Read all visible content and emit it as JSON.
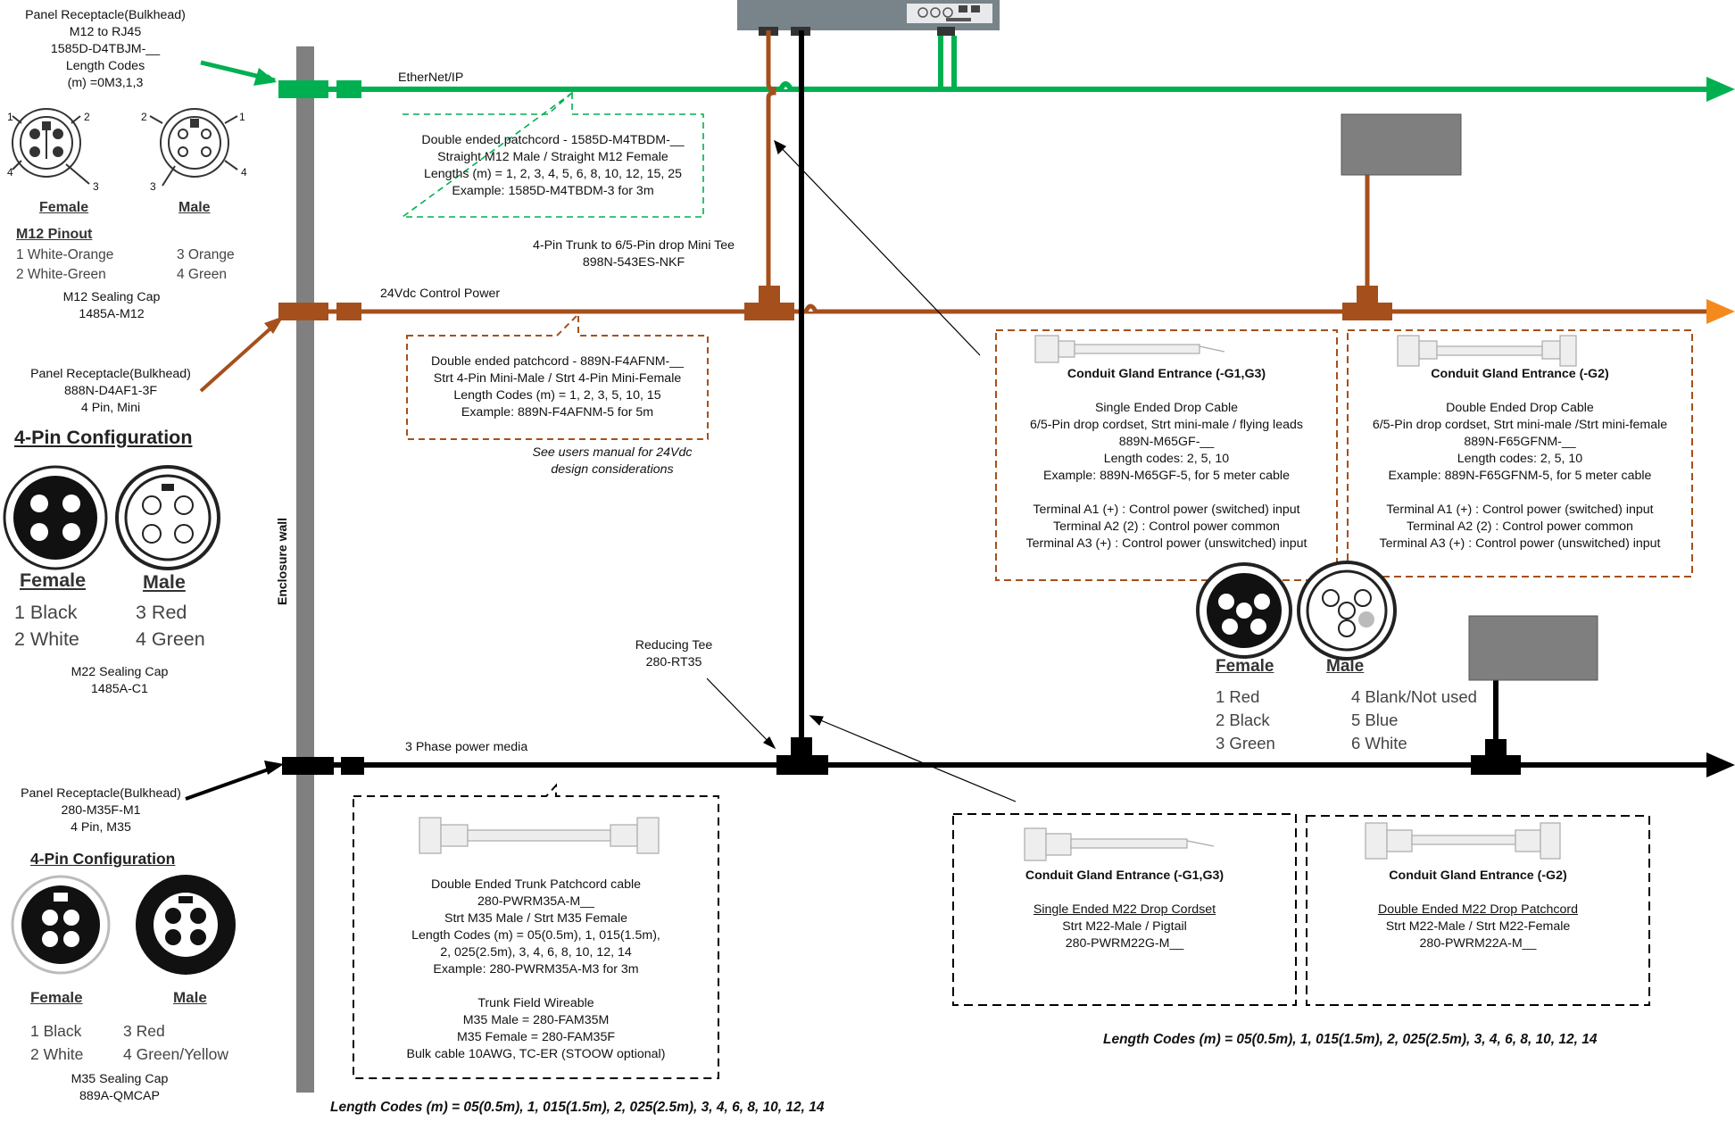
{
  "ethernet": {
    "bulkhead": [
      "Panel Receptacle(Bulkhead)",
      "M12 to RJ45",
      "1585D-D4TBJM-__",
      "Length Codes",
      "(m) =0M3,1,3"
    ],
    "line_label": "EtherNet/IP",
    "patchcord": [
      "Double ended patchcord - 1585D-M4TBDM-__",
      "Straight M12 Male / Straight M12 Female",
      "Lengths (m) = 1, 2, 3, 4, 5, 6, 8, 10, 12, 15, 25",
      "Example: 1585D-M4TBDM-3 for 3m"
    ],
    "female": "Female",
    "male": "Male",
    "pinout_title": "M12 Pinout",
    "pins": [
      "1 White-Orange",
      "3 Orange",
      "2 White-Green",
      "4 Green"
    ],
    "pin_numbers": [
      "1",
      "2",
      "3",
      "4"
    ],
    "cap": [
      "M12 Sealing Cap",
      "1485A-M12"
    ]
  },
  "control_power": {
    "line_label": "24Vdc Control Power",
    "bulkhead": [
      "Panel Receptacle(Bulkhead)",
      "888N-D4AF1-3F",
      "4 Pin, Mini"
    ],
    "config_title": "4-Pin Configuration",
    "female": "Female",
    "male": "Male",
    "pins": [
      "1 Black",
      "3 Red",
      "2 White",
      "4 Green"
    ],
    "cap": [
      "M22 Sealing Cap",
      "1485A-C1"
    ],
    "patchcord": [
      "Double ended patchcord - 889N-F4AFNM-__",
      "Strt 4-Pin Mini-Male / Strt 4-Pin Mini-Female",
      "Length Codes (m) = 1, 2, 3, 5, 10, 15",
      "Example: 889N-F4AFNM-5 for 5m"
    ],
    "manual_note": [
      "See users manual for 24Vdc",
      "design considerations"
    ],
    "tee": [
      "4-Pin Trunk to 6/5-Pin drop Mini Tee",
      "898N-543ES-NKF"
    ],
    "drop_g1": {
      "title": "Conduit Gland Entrance (-G1,G3)",
      "lines": [
        "Single Ended Drop Cable",
        "6/5-Pin drop cordset, Strt mini-male / flying leads",
        "889N-M65GF-__",
        "Length codes: 2, 5, 10",
        "Example: 889N-M65GF-5, for 5 meter cable",
        "",
        "Terminal A1 (+) : Control power (switched) input",
        "Terminal A2 (2) : Control power common",
        "Terminal A3 (+) : Control power (unswitched) input"
      ]
    },
    "drop_g2": {
      "title": "Conduit Gland Entrance (-G2)",
      "lines": [
        "Double Ended Drop Cable",
        "6/5-Pin drop cordset, Strt mini-male /Strt mini-female",
        "889N-F65GFNM-__",
        "Length codes: 2, 5, 10",
        "Example: 889N-F65GFNM-5, for 5 meter cable",
        "",
        "Terminal A1 (+) : Control power (switched) input",
        "Terminal A2 (2) : Control power common",
        "Terminal A3 (+) : Control power (unswitched) input"
      ]
    },
    "six_pin": {
      "female": "Female",
      "male": "Male",
      "pins": [
        "1 Red",
        "4 Blank/Not used",
        "2 Black",
        "5 Blue",
        "3 Green",
        "6 White"
      ]
    }
  },
  "power": {
    "line_label": "3 Phase power media",
    "reducing_tee": [
      "Reducing Tee",
      "280-RT35"
    ],
    "bulkhead": [
      "Panel Receptacle(Bulkhead)",
      "280-M35F-M1",
      "4 Pin, M35"
    ],
    "config_title": "4-Pin Configuration",
    "female": "Female",
    "male": "Male",
    "pins": [
      "1 Black",
      "3 Red",
      "2 White",
      "4 Green/Yellow"
    ],
    "cap": [
      "M35 Sealing Cap",
      "889A-QMCAP"
    ],
    "trunk": [
      "Double Ended Trunk Patchcord cable",
      "280-PWRM35A-M__",
      "Strt M35 Male / Strt M35 Female",
      "Length Codes (m) = 05(0.5m), 1, 015(1.5m),",
      "2, 025(2.5m), 3, 4, 6, 8, 10, 12, 14",
      "Example: 280-PWRM35A-M3 for 3m",
      "",
      "Trunk Field Wireable",
      "M35 Male = 280-FAM35M",
      "M35 Female = 280-FAM35F",
      "Bulk cable 10AWG, TC-ER (STOOW optional)"
    ],
    "trunk_footer": "Length Codes (m) = 05(0.5m), 1, 015(1.5m), 2, 025(2.5m), 3, 4, 6, 8, 10, 12, 14",
    "m22_g1": {
      "title": "Conduit Gland Entrance (-G1,G3)",
      "subtitle": "Single Ended M22 Drop Cordset",
      "lines": [
        "Strt M22-Male / Pigtail",
        "280-PWRM22G-M__"
      ]
    },
    "m22_g2": {
      "title": "Conduit Gland Entrance (-G2)",
      "subtitle": "Double Ended M22 Drop Patchcord",
      "lines": [
        "Strt M22-Male / Strt M22-Female",
        "280-PWRM22A-M__"
      ]
    },
    "drop_footer": "Length Codes (m) = 05(0.5m), 1, 015(1.5m), 2, 025(2.5m), 3, 4, 6, 8, 10, 12, 14"
  },
  "enclosure_wall": "Enclosure wall",
  "colors": {
    "ethernet": "#00b050",
    "control": "#a5501c",
    "power": "#000000",
    "wall": "#808080",
    "device": "#7f7f7f"
  }
}
